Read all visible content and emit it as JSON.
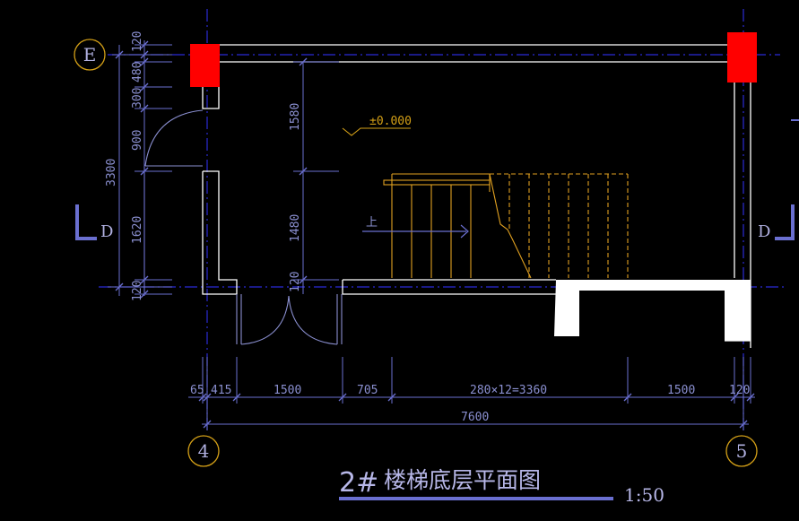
{
  "axes": {
    "e_label": "E",
    "four_label": "4",
    "five_label": "5",
    "d_left": "D",
    "d_right": "D"
  },
  "dims_horizontal": {
    "d65": "65",
    "d415": "415",
    "d1500a": "1500",
    "d705": "705",
    "d3360": "280×12=3360",
    "d1500b": "1500",
    "d120": "120",
    "total": "7600"
  },
  "dims_vertical_left": {
    "d120top": "120",
    "d480": "480",
    "d300": "300",
    "d900": "900",
    "d1620": "1620",
    "d120bot": "120",
    "total": "3300"
  },
  "dims_vertical_inner": {
    "d1580": "1580",
    "d1480": "1480",
    "d120": "120"
  },
  "annotations": {
    "elevation": "±0.000",
    "up_arrow": "上"
  },
  "title": {
    "prefix": "2#",
    "main": "楼梯底层平面图",
    "scale": "1:50"
  },
  "colors": {
    "background": "#000000",
    "wall": "#ffffff",
    "column": "#ff0000",
    "axis_line": "#2b2bd6",
    "dimension": "#6a6fd0",
    "stair": "#e0a020",
    "bubble": "#d4a017"
  }
}
